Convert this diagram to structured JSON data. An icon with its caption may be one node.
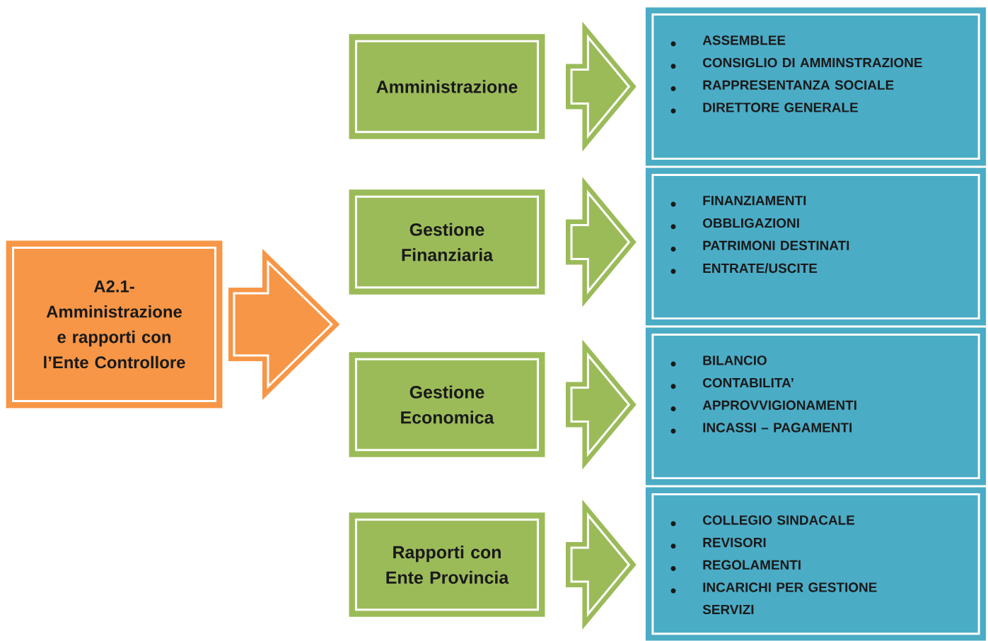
{
  "diagram": {
    "nodes": [
      {
        "text": [
          "A2.1- Amministrazione e rapporti con l’Ente Controllore"
        ]
      },
      {
        "text": [
          "Amministrazione"
        ]
      },
      {
        "text": [
          "Gestione Finanziaria"
        ]
      },
      {
        "text": [
          "Gestione Economica"
        ]
      },
      {
        "text": [
          "Rapporti con Ente Provincia"
        ]
      },
      {
        "text": [
          "ASSEMBLEE",
          "CONSIGLIO DI AMMINSTRAZIONE",
          "RAPPRESENTANZA SOCIALE",
          "DIRETTORE GENERALE"
        ]
      },
      {
        "text": [
          "FINANZIAMENTI",
          "OBBLIGAZIONI",
          "PATRIMONI DESTINATI",
          "ENTRATE/USCITE"
        ]
      },
      {
        "text": [
          "BILANCIO",
          "CONTABILITA’",
          "APPROVVIGIONAMENTI",
          "INCASSI – PAGAMENTI"
        ]
      },
      {
        "text": [
          "COLLEGIO SINDACALE",
          "REVISORI",
          "REGOLAMENTI",
          "INCARICHI PER GESTIONE SERVIZI"
        ]
      }
    ],
    "edges": [
      {
        "from": 0,
        "to": null,
        "arrow": "to"
      },
      {
        "from": 1,
        "to": 5,
        "arrow": "to"
      },
      {
        "from": 2,
        "to": 6,
        "arrow": "to"
      },
      {
        "from": 3,
        "to": 7,
        "arrow": "to"
      },
      {
        "from": 4,
        "to": 8,
        "arrow": "to"
      }
    ]
  }
}
